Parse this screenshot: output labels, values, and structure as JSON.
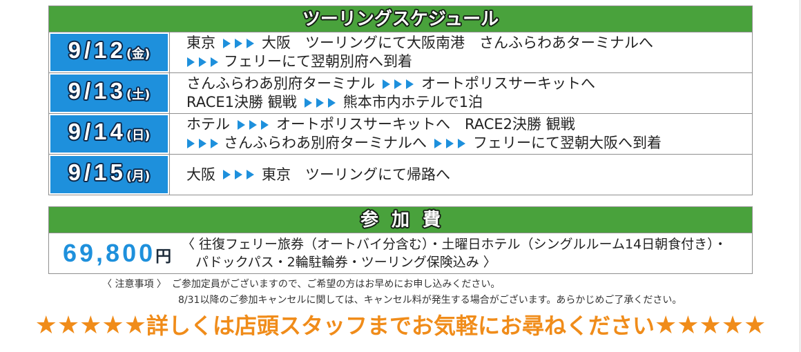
{
  "colors": {
    "header_green": "#49a23c",
    "accent_blue": "#1e90dc",
    "price_unit_navy": "#1d2b3a",
    "cta_orange": "#f08c1a",
    "border_gray": "#8e8e8e"
  },
  "schedule": {
    "title": "ツーリングスケジュール",
    "rows": [
      {
        "date": "9/12",
        "weekday": "(金)",
        "lines": [
          {
            "segments": [
              {
                "text": "東京"
              },
              {
                "icon": "triple-arrow-icon"
              },
              {
                "text": "大阪　ツーリングにて大阪南港　さんふらわあターミナルへ"
              }
            ]
          },
          {
            "segments": [
              {
                "icon": "triple-arrow-icon"
              },
              {
                "text": "フェリーにて翌朝別府へ到着"
              }
            ]
          }
        ]
      },
      {
        "date": "9/13",
        "weekday": "(土)",
        "lines": [
          {
            "segments": [
              {
                "text": "さんふらわあ別府ターミナル"
              },
              {
                "icon": "triple-arrow-icon"
              },
              {
                "text": "オートポリスサーキットへ"
              }
            ]
          },
          {
            "segments": [
              {
                "text": "RACE1決勝 観戦"
              },
              {
                "icon": "triple-arrow-icon"
              },
              {
                "text": "熊本市内ホテルで1泊"
              }
            ]
          }
        ]
      },
      {
        "date": "9/14",
        "weekday": "(日)",
        "lines": [
          {
            "segments": [
              {
                "text": "ホテル"
              },
              {
                "icon": "triple-arrow-icon"
              },
              {
                "text": "オートポリスサーキットへ　RACE2決勝 観戦"
              }
            ]
          },
          {
            "segments": [
              {
                "icon": "triple-arrow-icon"
              },
              {
                "text": "さんふらわあ別府ターミナルへ"
              },
              {
                "icon": "triple-arrow-icon"
              },
              {
                "text": "フェリーにて翌朝大阪へ到着"
              }
            ]
          }
        ]
      },
      {
        "date": "9/15",
        "weekday": "(月)",
        "lines": [
          {
            "segments": [
              {
                "text": "大阪"
              },
              {
                "icon": "triple-arrow-icon"
              },
              {
                "text": "東京　ツーリングにて帰路へ"
              }
            ]
          }
        ]
      }
    ]
  },
  "fee": {
    "title": "参 加 費",
    "price": "69,800",
    "currency": "円",
    "details": [
      "〈 往復フェリー旅券（オートバイ分含む）・土曜日ホテル（シングルルーム14日朝食付き）・",
      "パドックパス・2輪駐輪券・ツーリング保険込み 〉"
    ]
  },
  "notes": {
    "label": "〈 注意事項 〉",
    "lines": [
      "ご参加定員がございますので、ご希望の方はお早めにお申し込みください。",
      "8/31以降のご参加キャンセルに関しては、キャンセル料が発生する場合がございます。あらかじめご了承ください。"
    ]
  },
  "cta": {
    "stars_left": "★★★★★",
    "text": "詳しくは店頭スタッフまでお気軽にお尋ねください",
    "stars_right": "★★★★★"
  }
}
